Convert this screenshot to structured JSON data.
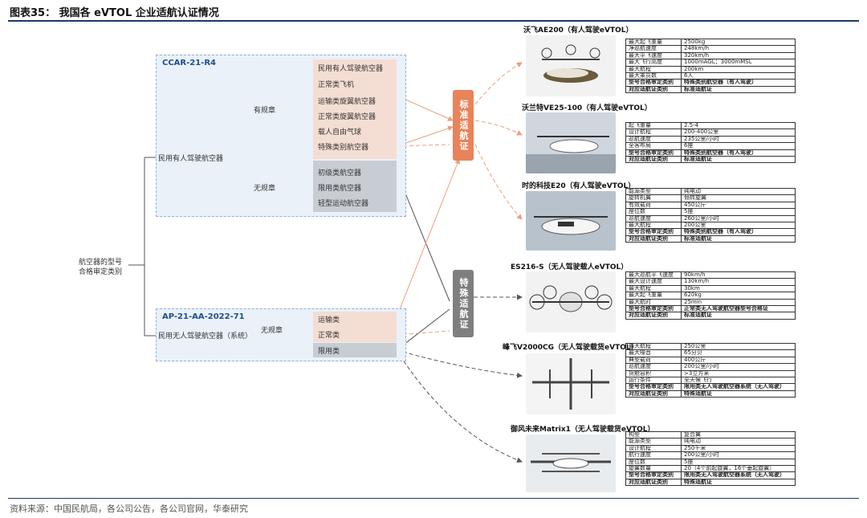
{
  "header": {
    "title": "图表35：  我国各 eVTOL 企业适航认证情况"
  },
  "footer": {
    "source": "资料来源：中国民航局，各公司公告，各公司官网，华泰研究"
  },
  "tree": {
    "root_label": "航空器的型号合格审定类别",
    "manned": {
      "regulation": "CCAR-21-R4",
      "label": "民用有人驾驶航空器",
      "with_rules": "有规章",
      "without_rules": "无规章",
      "categories_with_rules": [
        "民用有人驾驶航空器",
        "正常类飞机",
        "运输类旋翼航空器",
        "正常类旋翼航空器",
        "载人自由气球",
        "特殊类别航空器"
      ],
      "categories_without_rules": [
        "初级类航空器",
        "限用类航空器",
        "轻型运动航空器"
      ]
    },
    "unmanned": {
      "regulation": "AP-21-AA-2022-71",
      "label": "民用无人驾驶航空器（系统）",
      "without_rules": "无规章",
      "categories": [
        "运输类",
        "正常类",
        "限用类"
      ]
    },
    "certs": {
      "standard": "标准适航证",
      "special": "特殊适航证"
    }
  },
  "models": [
    {
      "title": "沃飞AE200（有人驾驶eVTOL）",
      "specs": [
        [
          "最大起飞重量",
          "2500kg"
        ],
        [
          "净巡航速度",
          "248km/h"
        ],
        [
          "最大平飞速度",
          "320km/h"
        ],
        [
          "最大飞行高度",
          "1000mAGL；3000mMSL"
        ],
        [
          "最大航程",
          "200km"
        ],
        [
          "最大乘员数",
          "6人"
        ],
        [
          "型号合格审定类别",
          "特殊类别航空器（有人驾驶）"
        ],
        [
          "对应适航证类别",
          "标准适航证"
        ]
      ]
    },
    {
      "title": "沃兰特VE25-100（有人驾驶eVTOL）",
      "specs": [
        [
          "起飞重量",
          "2.5-4"
        ],
        [
          "设计航程",
          "200-400公里"
        ],
        [
          "巡航速度",
          "235公里/小时"
        ],
        [
          "全客布局",
          "6座"
        ],
        [
          "型号合格审定类别",
          "特殊类别航空器（有人驾驶）"
        ],
        [
          "对应适航证类别",
          "标准适航证"
        ]
      ]
    },
    {
      "title": "时的科技E20（有人驾驶eVTOL）",
      "specs": [
        [
          "能源类型",
          "纯电动"
        ],
        [
          "旋转机翼",
          "倾转旋翼"
        ],
        [
          "有效载荷",
          "450公斤"
        ],
        [
          "座位数",
          "5座"
        ],
        [
          "巡航速度",
          "260公里/小时"
        ],
        [
          "最大航程",
          "200公里"
        ],
        [
          "型号合格审定类别",
          "特殊类别航空器（有人驾驶）"
        ],
        [
          "对应适航证类别",
          "标准适航证"
        ]
      ]
    },
    {
      "title": "ES216-S（无人驾驶载人eVTOL）",
      "specs": [
        [
          "最大巡航平飞速度",
          "90km/h"
        ],
        [
          "最大设计速度",
          "130km/h"
        ],
        [
          "最大航程",
          "30km"
        ],
        [
          "最大起飞重量",
          "620kg"
        ],
        [
          "最大航时",
          "25min"
        ],
        [
          "型号合格审定类别",
          "正常类无人驾驶航空器型号合格证"
        ],
        [
          "对应适航证类别",
          "标准适航证"
        ]
      ]
    },
    {
      "title": "峰飞V2000CG（无人驾驶载货eVTOL）",
      "specs": [
        [
          "最大航程",
          "250公里"
        ],
        [
          "最大噪音",
          "65分贝"
        ],
        [
          "典型载荷",
          "400公斤"
        ],
        [
          "巡航速度",
          "200公里/小时"
        ],
        [
          "货舱容积",
          ">3立方米"
        ],
        [
          "运行条件",
          "全天候飞行"
        ],
        [
          "型号合格审定类别",
          "限用类无人驾驶航空器系统（无人驾驶）"
        ],
        [
          "对应适航证类别",
          "特殊适航证"
        ]
      ]
    },
    {
      "title": "御风未来Matrix1（无人驾驶载货eVTOL）",
      "specs": [
        [
          "构型",
          "复合翼"
        ],
        [
          "能源类型",
          "纯电动"
        ],
        [
          "设计航程",
          "250千米"
        ],
        [
          "航行速度",
          "200公里/小时"
        ],
        [
          "座位数",
          "5座"
        ],
        [
          "旋翼数量",
          "20（4个前起旋翼，16个垂起旋翼）"
        ],
        [
          "型号合格审定类别",
          "限用类无人驾驶航空器系统（无人驾驶）"
        ],
        [
          "对应适航证类别",
          "特殊适航证"
        ]
      ]
    }
  ]
}
